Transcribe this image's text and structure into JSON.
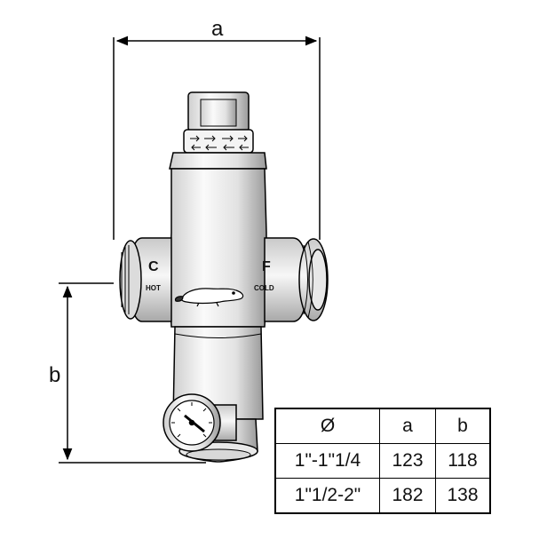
{
  "dimensions": {
    "width_label": "a",
    "height_label": "b"
  },
  "valve": {
    "hot_letter": "C",
    "hot_text": "HOT",
    "cold_letter": "F",
    "cold_text": "COLD"
  },
  "table": {
    "headers": [
      "Ø",
      "a",
      "b"
    ],
    "rows": [
      [
        "1\"-1\"1/4",
        "123",
        "118"
      ],
      [
        "1\"1/2-2\"",
        "182",
        "138"
      ]
    ]
  },
  "icons": [
    "flow-arrows-icon",
    "beaver-logo-icon",
    "thermometer-dial-icon"
  ]
}
